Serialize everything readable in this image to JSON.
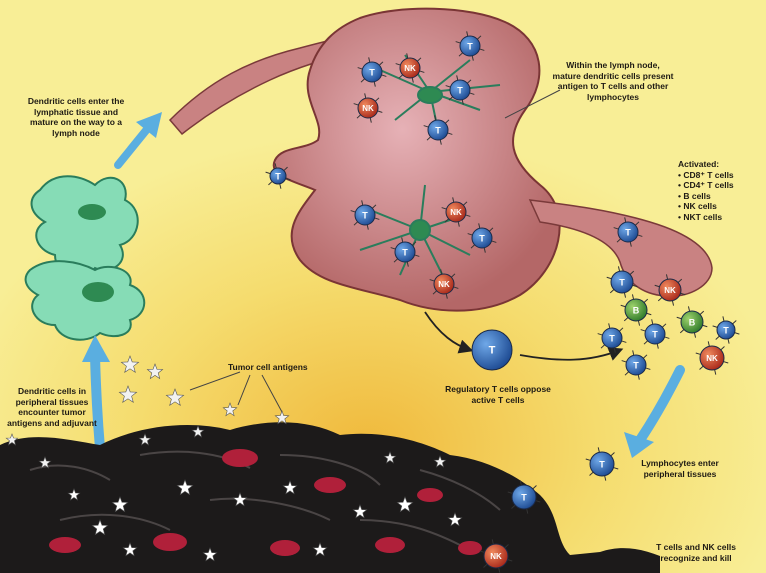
{
  "labels": {
    "dc_enter": "Dendritic cells enter the lymphatic tissue and mature on the way to a lymph node",
    "lymph_node": "Within the lymph node, mature dendritic cells present antigen to T cells and other lymphocytes",
    "activated_title": "Activated:",
    "activated_items": [
      "CD8⁺ T cells",
      "CD4⁺ T cells",
      "B cells",
      "NK cells",
      "NKT cells"
    ],
    "dc_peripheral": "Dendritic cells in peripheral tissues encounter tumor antigens and adjuvant",
    "tumor_antigens": "Tumor cell antigens",
    "treg": "Regulatory T cells oppose active T cells",
    "lymph_enter": "Lymphocytes enter peripheral tissues",
    "t_nk_kill": "T cells  and NK cells recognize and kill"
  },
  "cell_letters": {
    "t": "T",
    "nk": "NK",
    "b": "B",
    "treg": "T"
  },
  "colors": {
    "background": "#f7e98a",
    "lymph_node": "#b46767",
    "dendritic_cell": "#7fd6b2",
    "t_cell": "#2f64b0",
    "nk_cell": "#d94a2c",
    "b_cell": "#4e9a3a",
    "tumor": "#1c1a1a",
    "arrow": "#5aaee0"
  }
}
